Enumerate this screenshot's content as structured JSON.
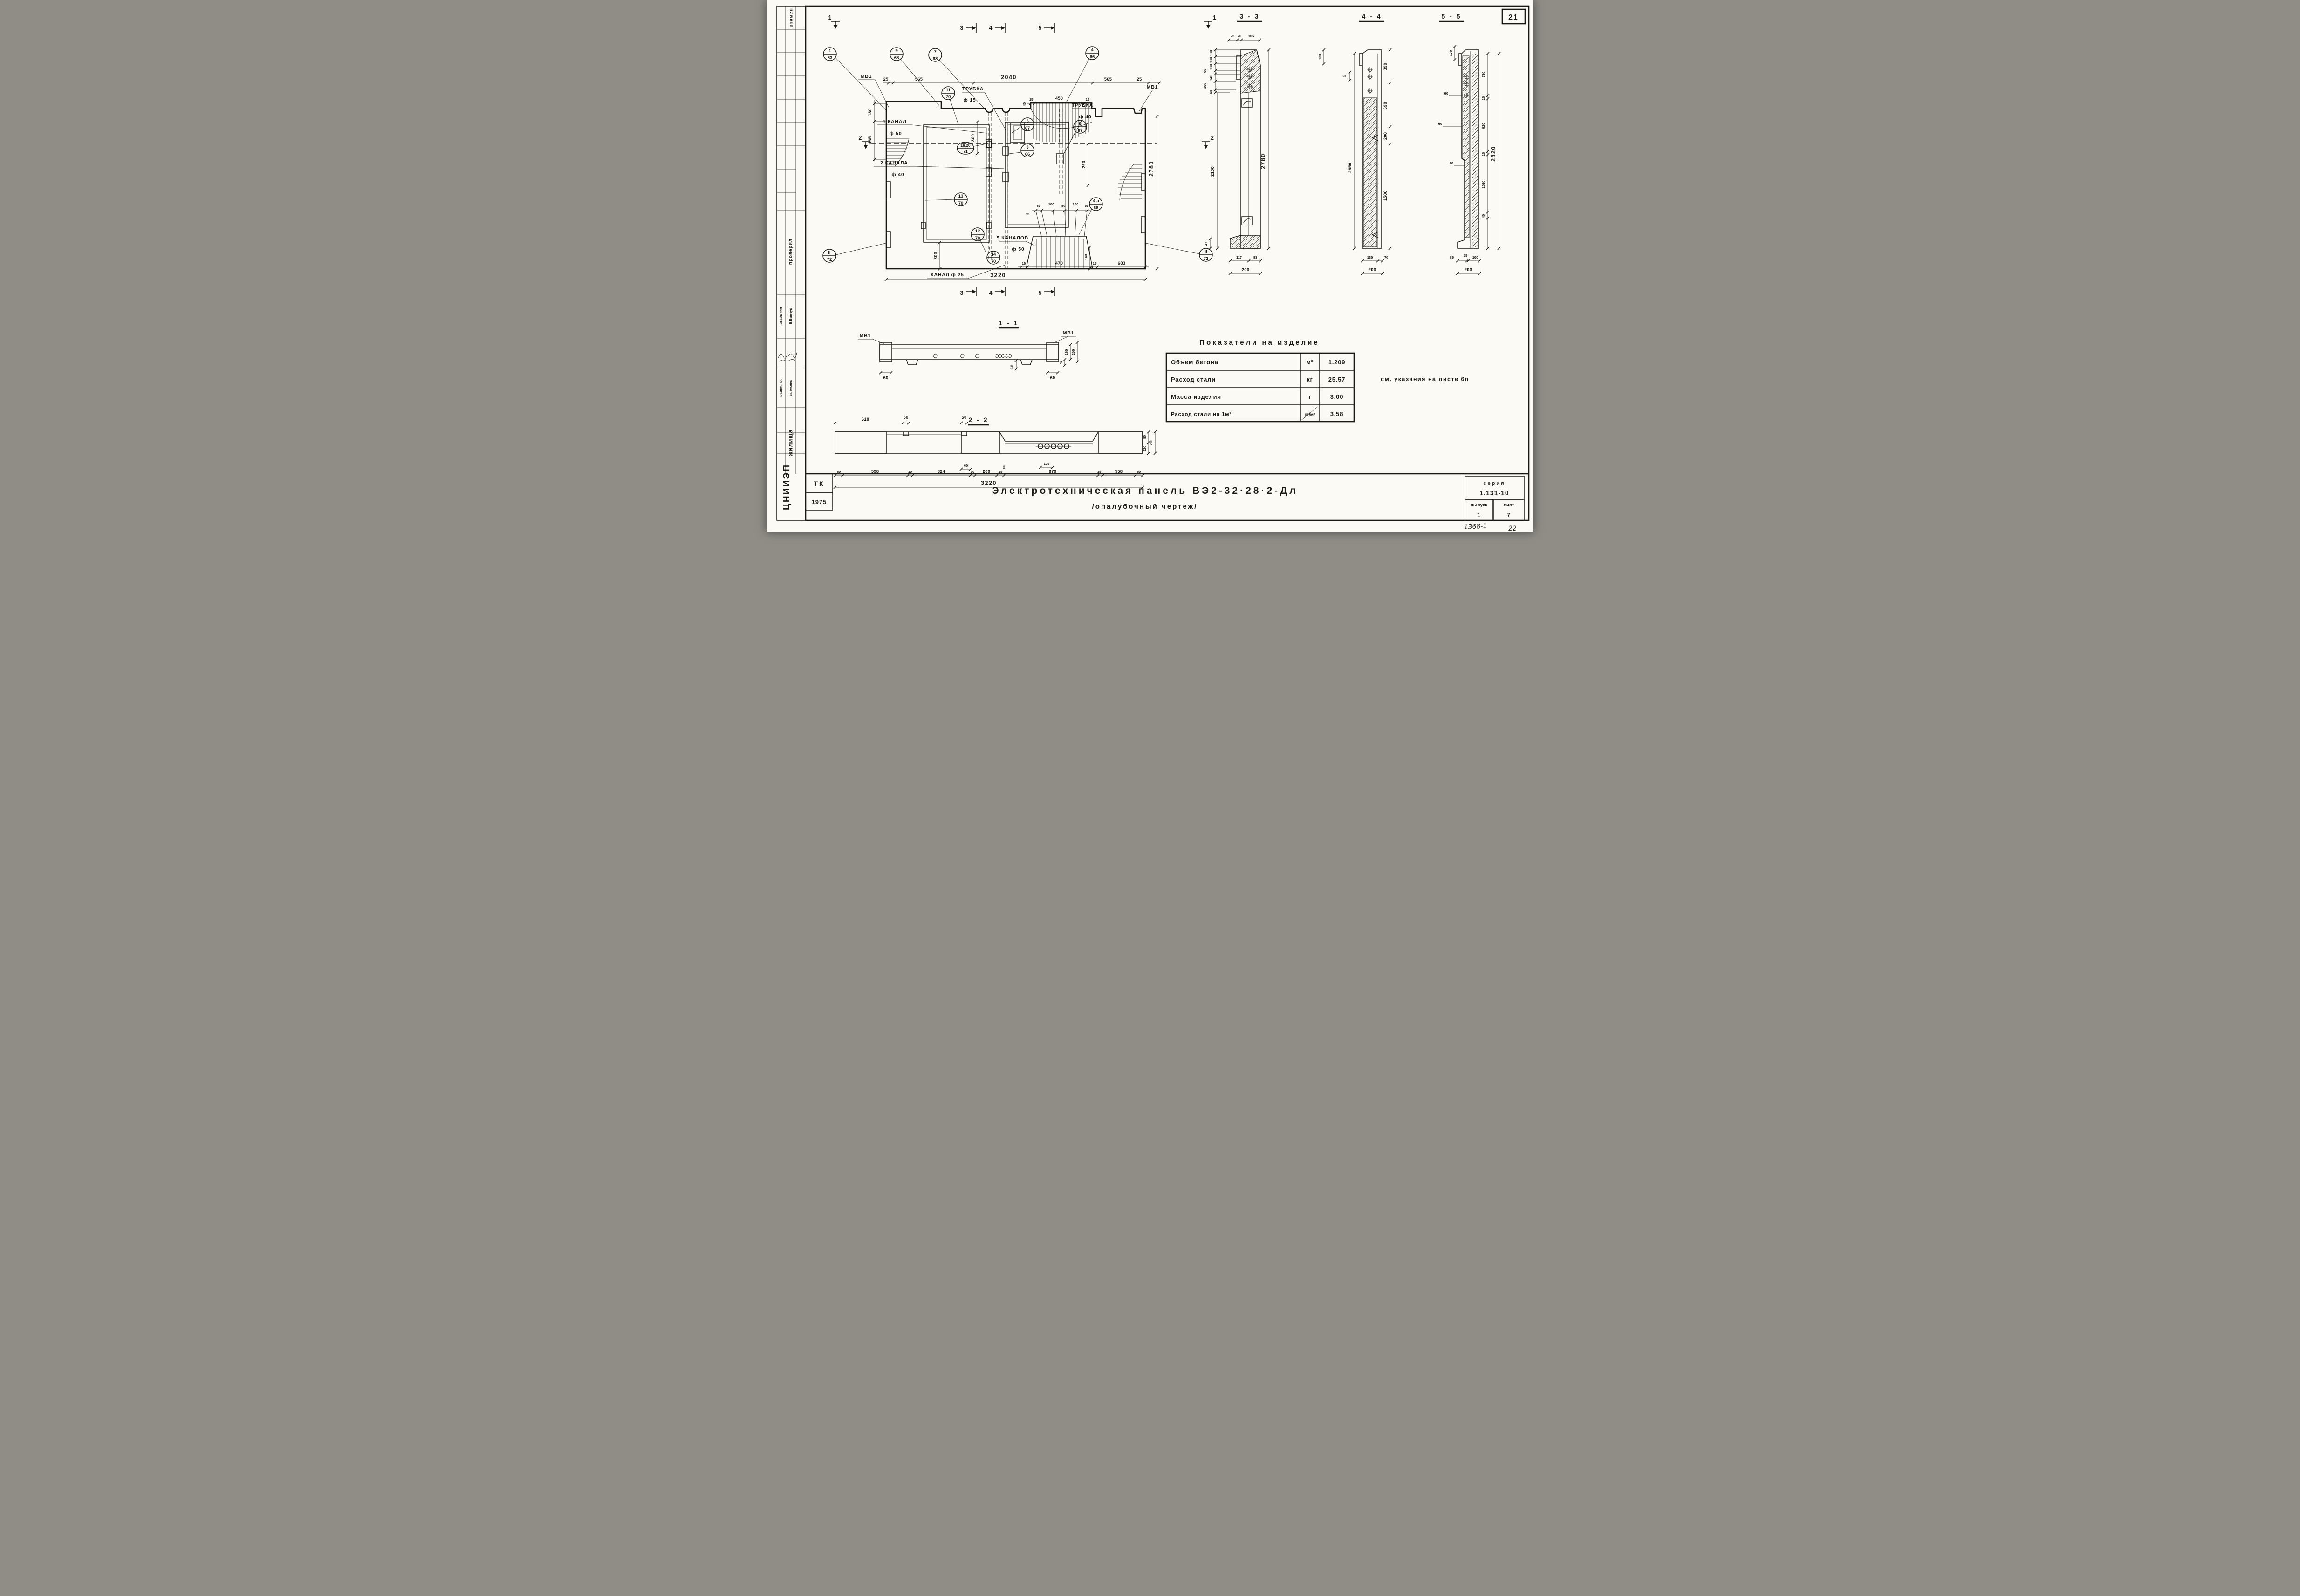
{
  "sheet": {
    "num": "21",
    "series_label": "серия",
    "series": "1.131-10",
    "vypusk_label": "выпуск",
    "vypusk": "1",
    "list_label": "лист",
    "list": "7",
    "tk": "ТК",
    "year": "1975",
    "hand1": "1368-1",
    "hand2": "22",
    "title1": "Электротехническая панель ВЭ2-32·28·2-Дл",
    "title2": "/опалубочный чертеж/",
    "note": "см. указания на листе 6п"
  },
  "stamp": {
    "vzamen": "взамен",
    "proveril": "проверил",
    "name1": "Г.Бабыкин",
    "name2": "В.Бинчук",
    "role1": "гл.инж.пр.",
    "role2": "ст.техник",
    "org1": "жилища",
    "org2": "ЦНИИЭП"
  },
  "table": {
    "title": "Показатели на изделие",
    "rows": [
      {
        "n": "Объем бетона",
        "u": "м³",
        "v": "1.209"
      },
      {
        "n": "Расход стали",
        "u": "кг",
        "v": "25.57"
      },
      {
        "n": "Масса изделия",
        "u": "т",
        "v": "3.00"
      },
      {
        "n": "Расход стали на 1м²",
        "u": "кг/м²",
        "v": "3.58"
      }
    ]
  },
  "plan": {
    "m1": "1",
    "m2": "2",
    "m3": "3",
    "m4": "4",
    "m5": "5",
    "mv1": "МВ1",
    "mv1r": "МВ1",
    "c1": {
      "t": "1",
      "b": "63"
    },
    "c2": {
      "t": "9",
      "b": "68"
    },
    "c3": {
      "t": "7",
      "b": "68"
    },
    "c4": {
      "t": "4",
      "b": "66"
    },
    "c5": {
      "t": "11",
      "b": "70"
    },
    "c6": {
      "t": "5",
      "b": "67"
    },
    "c7": {
      "t": "6",
      "b": "67"
    },
    "c8": {
      "t": "3",
      "b": "66"
    },
    "c9": {
      "t": "18,20",
      "b": "71"
    },
    "c10": {
      "t": "13",
      "b": "70"
    },
    "c11": {
      "t": "12",
      "b": "70"
    },
    "c12": {
      "t": "14",
      "b": "70"
    },
    "c13": {
      "t": "4 а",
      "b": "66"
    },
    "c14": {
      "t": "II",
      "b": "72"
    },
    "c15": {
      "t": "II",
      "b": "72"
    },
    "trubka15": "ТРУБКА",
    "f15": "ф 15",
    "trubka40": "ТРУБКА",
    "f40": "ф 40",
    "kanal1": "1 КАНАЛ",
    "kanal1f": "ф 50",
    "kanal2": "2 КАНАЛА",
    "kanal2f": "ф 40",
    "kanal5": "5 КАНАЛОВ",
    "kanal5f": "ф 50",
    "kanal25": "КАНАЛ ф 25",
    "top": [
      "25",
      "565",
      "2040",
      "565",
      "25"
    ],
    "blk": [
      "15",
      "450",
      "15"
    ],
    "b40": "40",
    "v130": "130",
    "v465": "465",
    "v300a": "300",
    "v300b": "300",
    "v260": "260",
    "v2780": "2780",
    "fan": [
      "55",
      "80",
      "100",
      "80",
      "100",
      "55"
    ],
    "v140": "140",
    "bot": [
      "15",
      "470",
      "15",
      "683"
    ],
    "total": "3220"
  },
  "s11": {
    "title": "1 - 1",
    "mv1": "МВ1",
    "mv1r": "МВ1",
    "d60a": "60",
    "d60b": "60",
    "d60c": "60",
    "d160": "160",
    "d200": "200",
    "d40": "40"
  },
  "s22": {
    "title": "2 - 2",
    "top": [
      "618",
      "50",
      "50"
    ],
    "inner": [
      "60",
      "60",
      "135"
    ],
    "bot": [
      "60",
      "598",
      "10",
      "824",
      "10",
      "200",
      "15",
      "870",
      "15",
      "558",
      "60"
    ],
    "total": "3220",
    "right": [
      "80",
      "200",
      "120"
    ]
  },
  "s33": {
    "title": "3 - 3",
    "top": [
      "75",
      "20",
      "105"
    ],
    "stack": [
      "130",
      "130",
      "130",
      "60",
      "140",
      "160",
      "40"
    ],
    "v2100": "2100",
    "v47": "47",
    "v2780": "2780",
    "bot": [
      "117",
      "83"
    ],
    "b200": "200"
  },
  "s44": {
    "title": "4 - 4",
    "t130": "130",
    "d60": "60",
    "v2650": "2650",
    "right": [
      "390",
      "690",
      "200",
      "1500"
    ],
    "bot": [
      "130",
      "70"
    ],
    "b200": "200"
  },
  "s55": {
    "title": "5 - 5",
    "t170": "170",
    "d60a": "60",
    "d60b": "60",
    "d60c": "60",
    "right": [
      "720",
      "15",
      "920",
      "15",
      "1010",
      "40"
    ],
    "v2820": "2820",
    "bot": [
      "85",
      "15",
      "100"
    ],
    "b200": "200"
  }
}
